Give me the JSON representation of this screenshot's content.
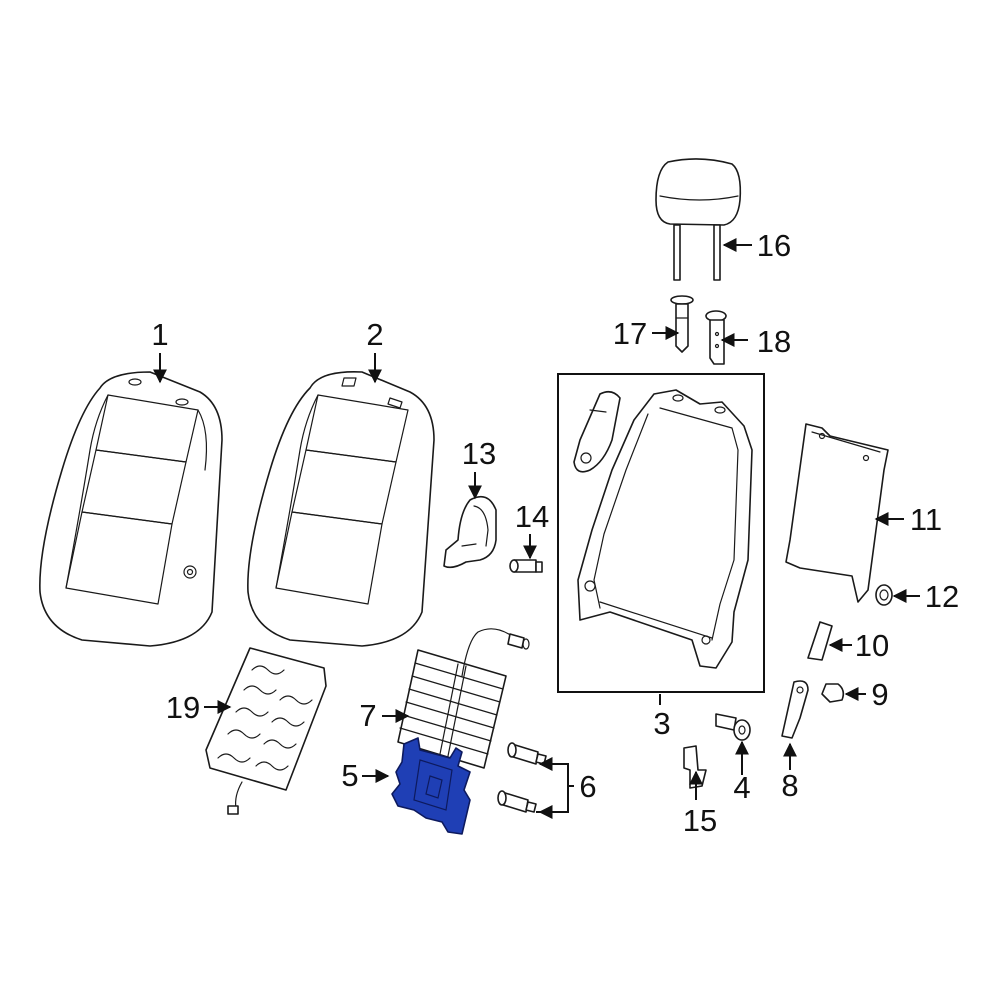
{
  "diagram": {
    "highlight_color": "#1f3fb5",
    "callouts": [
      {
        "id": "1",
        "label": "1"
      },
      {
        "id": "2",
        "label": "2"
      },
      {
        "id": "3",
        "label": "3"
      },
      {
        "id": "4",
        "label": "4"
      },
      {
        "id": "5",
        "label": "5"
      },
      {
        "id": "6",
        "label": "6"
      },
      {
        "id": "7",
        "label": "7"
      },
      {
        "id": "8",
        "label": "8"
      },
      {
        "id": "9",
        "label": "9"
      },
      {
        "id": "10",
        "label": "10"
      },
      {
        "id": "11",
        "label": "11"
      },
      {
        "id": "12",
        "label": "12"
      },
      {
        "id": "13",
        "label": "13"
      },
      {
        "id": "14",
        "label": "14"
      },
      {
        "id": "15",
        "label": "15"
      },
      {
        "id": "16",
        "label": "16"
      },
      {
        "id": "17",
        "label": "17"
      },
      {
        "id": "18",
        "label": "18"
      },
      {
        "id": "19",
        "label": "19"
      }
    ],
    "highlighted_part": "5"
  }
}
